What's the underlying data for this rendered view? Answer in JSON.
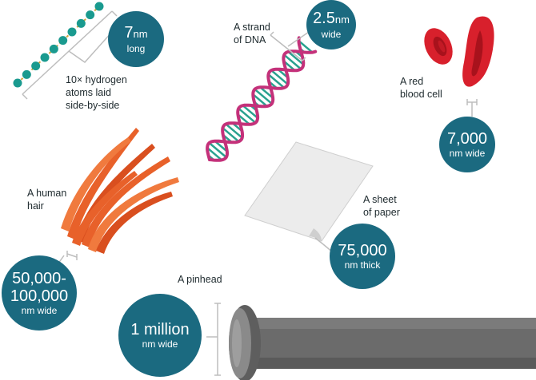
{
  "colors": {
    "badge": "#1b6a80",
    "atom": "#1a9a8f",
    "dna_backbone": "#c4317a",
    "dna_rungs": "#2aa18f",
    "blood_cell": "#d8202c",
    "hair": "#e8612a",
    "paper": "#eeeeee",
    "pin": "#6b6b6b",
    "bracket": "#bdbdbd"
  },
  "items": {
    "hydrogen": {
      "label": [
        "10× hydrogen",
        "atoms laid",
        "side-by-side"
      ],
      "value": "7",
      "unit": "nm",
      "desc": "long"
    },
    "dna": {
      "label": [
        "A strand",
        "of DNA"
      ],
      "value": "2.5",
      "unit": "nm",
      "desc": "wide"
    },
    "blood": {
      "label": [
        "A red",
        "blood cell"
      ],
      "value": "7,000",
      "desc": "nm wide"
    },
    "hair": {
      "label": [
        "A human",
        "hair"
      ],
      "value_line1": "50,000-",
      "value_line2": "100,000",
      "desc": "nm wide"
    },
    "paper": {
      "label": [
        "A sheet",
        "of paper"
      ],
      "value": "75,000",
      "desc": "nm thick"
    },
    "pinhead": {
      "label": [
        "A pinhead"
      ],
      "value": "1 million",
      "desc": "nm wide"
    }
  }
}
